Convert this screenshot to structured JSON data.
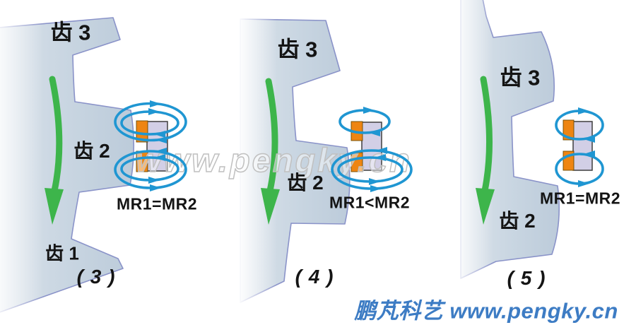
{
  "colors": {
    "gear_fill": "#c8d5e1",
    "gear_fill_light": "#dae2ea",
    "gear_stroke": "#8a93c9",
    "field_line": "#1f96d2",
    "mr_element": "#ee8512",
    "mr_element_stroke": "#6b4a00",
    "magnet_fill": "#d2cfe6",
    "magnet_stroke": "#3f3f3f",
    "rotation_arrow": "#3db54b",
    "label_text": "#141414",
    "footer_text": "#3d7cc4",
    "watermark_stroke": "#c0c0c0"
  },
  "watermark": {
    "text": "www.pengky.cn"
  },
  "footer": {
    "brand": "鹏芃科艺 www.pengky.cn"
  },
  "panels": [
    {
      "caption": "( 3 )",
      "sensor_reading": "MR1=MR2",
      "teeth": [
        {
          "label": "齿 3"
        },
        {
          "label": "齿 2"
        },
        {
          "label": "齿 1"
        }
      ]
    },
    {
      "caption": "( 4 )",
      "sensor_reading": "MR1<MR2",
      "teeth": [
        {
          "label": "齿 3"
        },
        {
          "label": "齿 2"
        }
      ]
    },
    {
      "caption": "( 5 )",
      "sensor_reading": "MR1=MR2",
      "teeth": [
        {
          "label": "齿 3"
        },
        {
          "label": "齿 2"
        }
      ]
    }
  ]
}
